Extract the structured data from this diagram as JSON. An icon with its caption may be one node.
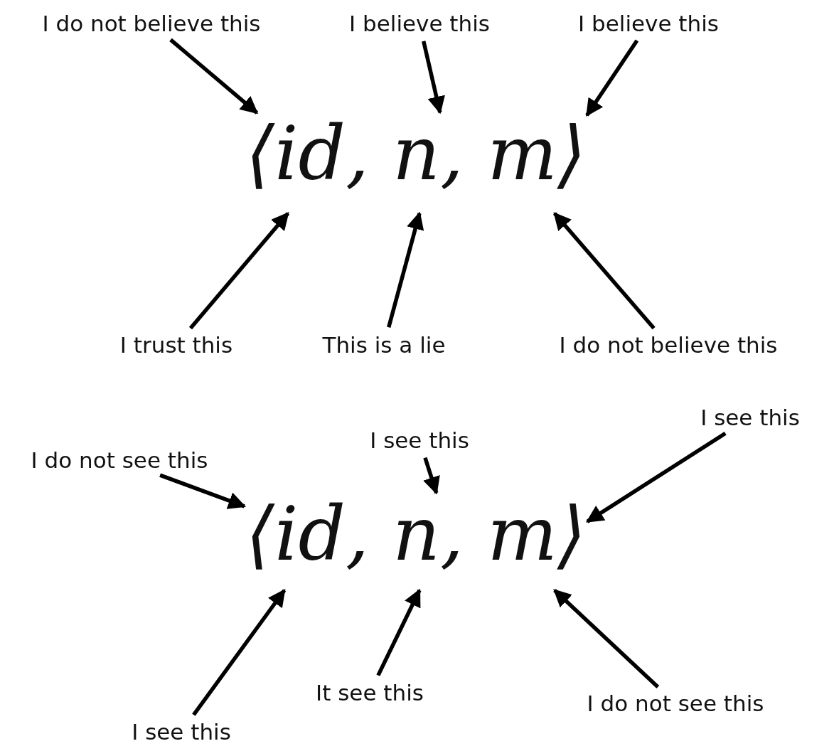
{
  "diagram": {
    "nodes": [
      {
        "text": [
          "I do not believe this"
        ]
      },
      {
        "text": [
          "I believe this"
        ]
      },
      {
        "text": [
          "I believe this"
        ]
      },
      {
        "text": [
          "⟨id, n, m⟩"
        ]
      },
      {
        "text": [
          "I trust this"
        ]
      },
      {
        "text": [
          "This is a lie"
        ]
      },
      {
        "text": [
          "I do not believe this"
        ]
      },
      {
        "text": [
          "I see this"
        ]
      },
      {
        "text": [
          "I see this"
        ]
      },
      {
        "text": [
          "I do not see this"
        ]
      },
      {
        "text": [
          "⟨id, n, m⟩"
        ]
      },
      {
        "text": [
          "It see this"
        ]
      },
      {
        "text": [
          "I do not see this"
        ]
      },
      {
        "text": [
          "I see this"
        ]
      }
    ],
    "edges": [
      {
        "from": 0,
        "to": 3,
        "arrow": "to"
      },
      {
        "from": 1,
        "to": 3,
        "arrow": "to"
      },
      {
        "from": 2,
        "to": 3,
        "arrow": "to"
      },
      {
        "from": 4,
        "to": 3,
        "arrow": "to"
      },
      {
        "from": 5,
        "to": 3,
        "arrow": "to"
      },
      {
        "from": 6,
        "to": 3,
        "arrow": "to"
      },
      {
        "from": 9,
        "to": 10,
        "arrow": "to"
      },
      {
        "from": 7,
        "to": 10,
        "arrow": "to"
      },
      {
        "from": 8,
        "to": 10,
        "arrow": "to"
      },
      {
        "from": 13,
        "to": 10,
        "arrow": "to"
      },
      {
        "from": 11,
        "to": 10,
        "arrow": "to"
      },
      {
        "from": 12,
        "to": 10,
        "arrow": "to"
      }
    ]
  }
}
